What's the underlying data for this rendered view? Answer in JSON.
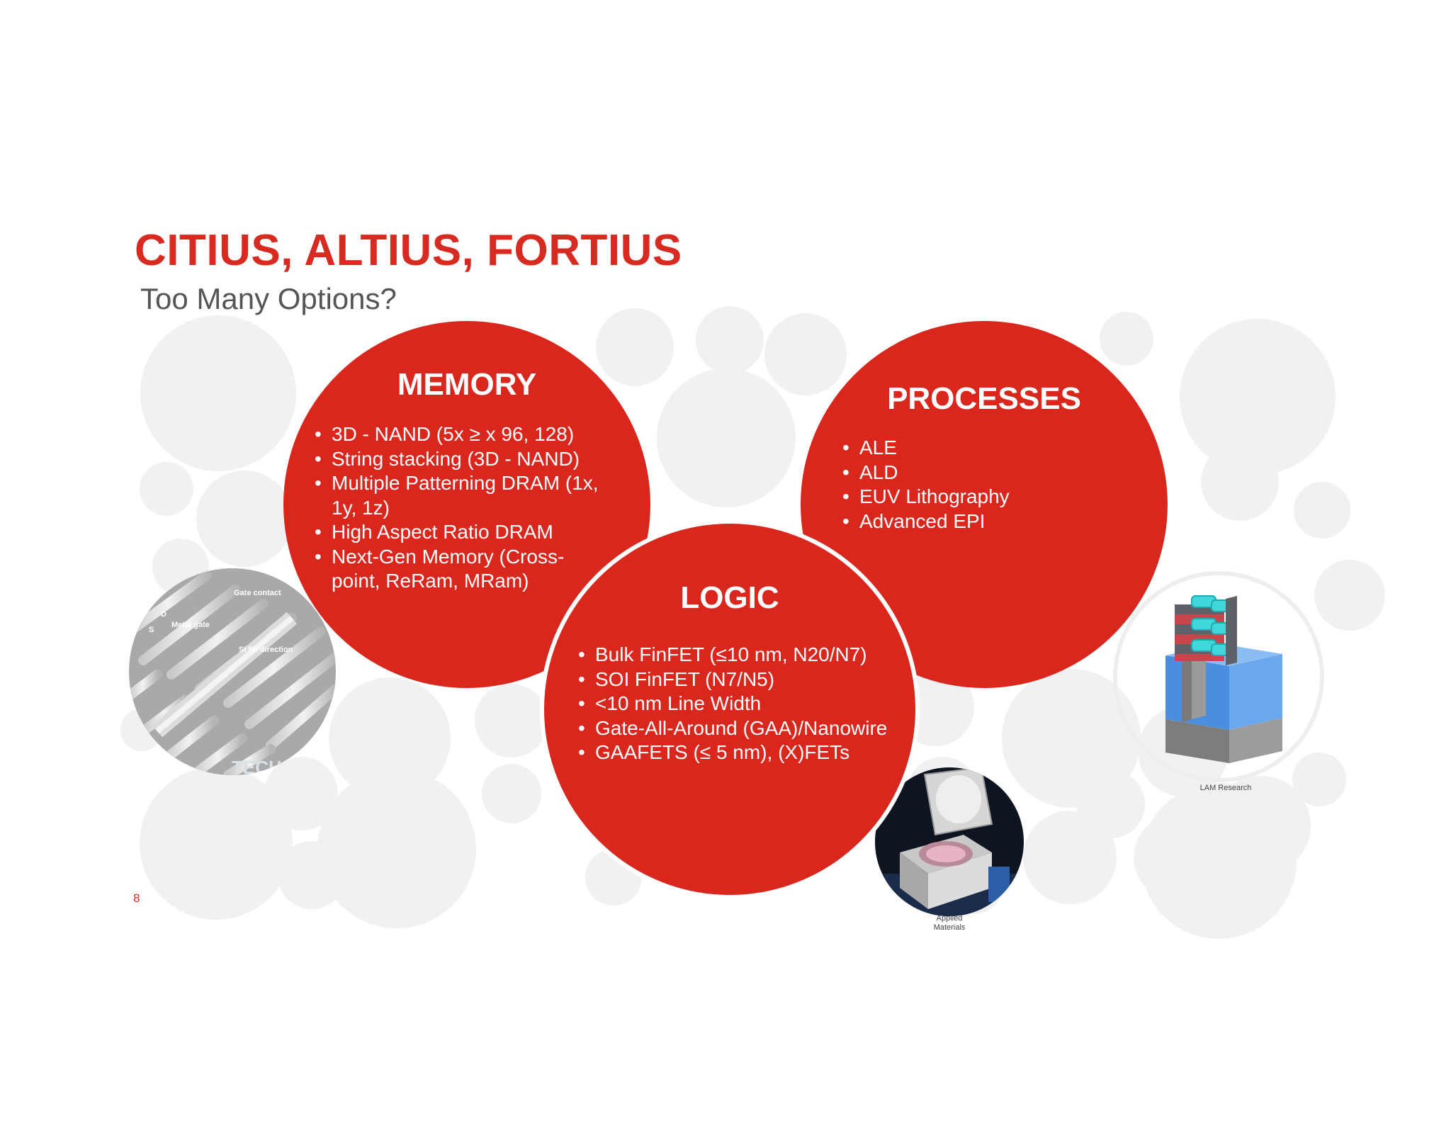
{
  "title": "CITIUS, ALTIUS, FORTIUS",
  "subtitle": "Too Many Options?",
  "memory": {
    "heading": "MEMORY",
    "items": [
      "3D - NAND (5x ≥ x 96, 128)",
      "String stacking (3D - NAND)",
      "Multiple Patterning DRAM (1x, 1y, 1z)",
      "High Aspect Ratio DRAM",
      "Next-Gen Memory (Cross-point, ReRam, MRam)"
    ]
  },
  "processes": {
    "heading": "PROCESSES",
    "items": [
      "ALE",
      "ALD",
      "EUV Lithography",
      "Advanced EPI"
    ]
  },
  "logic": {
    "heading": "LOGIC",
    "items": [
      "Bulk FinFET (≤10 nm, N20/N7)",
      "SOI FinFET (N7/N5)",
      "<10 nm Line Width",
      "Gate-All-Around (GAA)/Nanowire",
      "GAAFETS  (≤ 5 nm), (X)FETs"
    ]
  },
  "fin_image": {
    "labels": {
      "gate_contact": "Gate contact",
      "metal_gate": "Metal gate",
      "si_fin": "Si fin direction",
      "d": "D",
      "s": "S",
      "watermark": "TECH"
    }
  },
  "credits": {
    "lam": "LAM Research",
    "applied_line1": "Applied",
    "applied_line2": "Materials"
  },
  "page_number": "8",
  "colors": {
    "accent_red": "#d9271e",
    "title_red": "#d72a20",
    "bg_dot": "#f1f1f3"
  }
}
